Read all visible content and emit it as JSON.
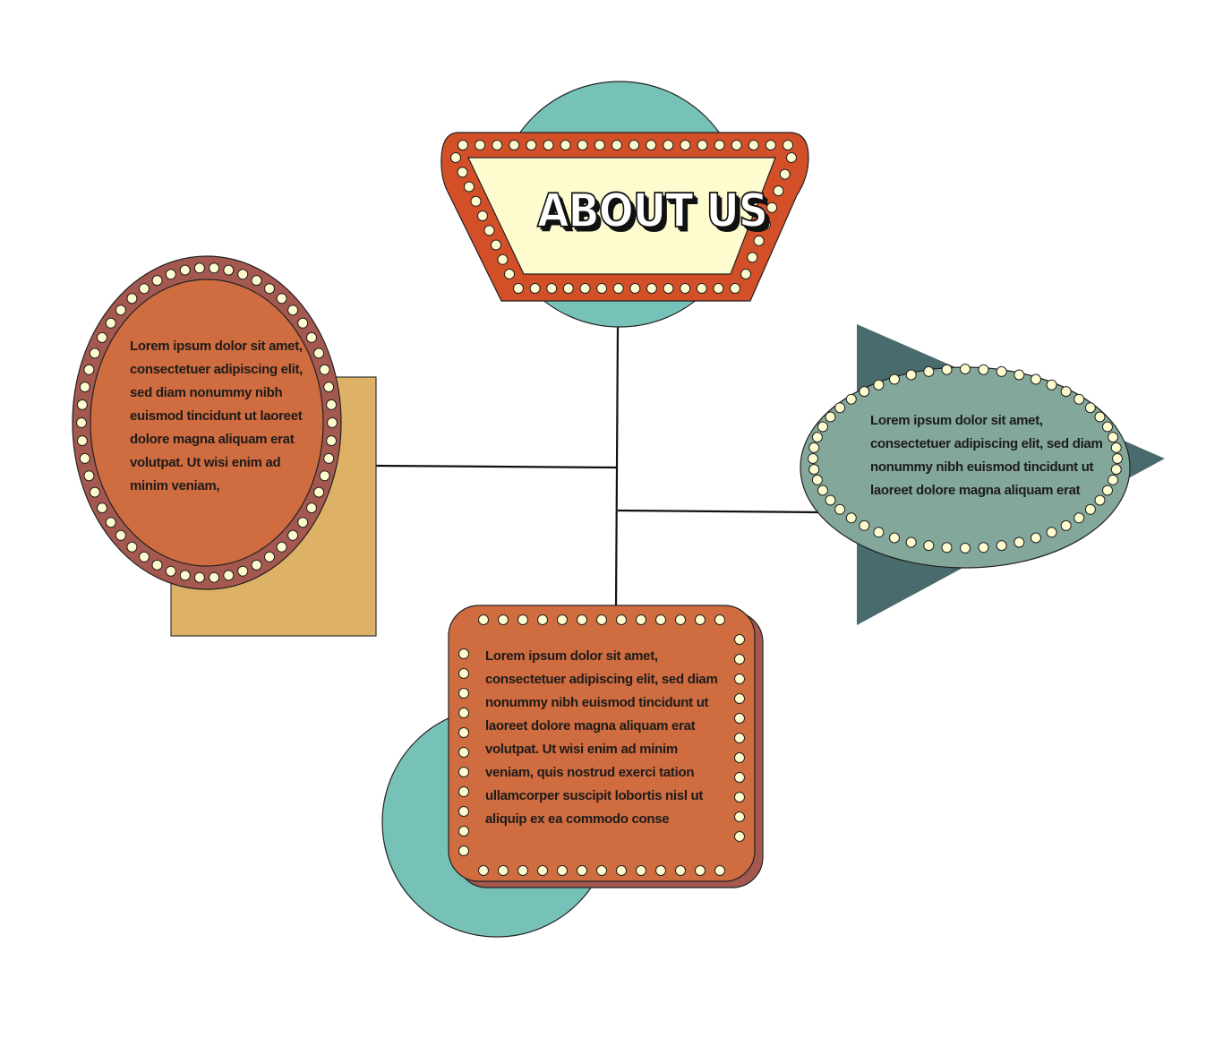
{
  "title": "ABOUT US",
  "boxes": {
    "left": "Lorem ipsum dolor sit amet, consectetuer adipiscing elit, sed diam nonummy nibh euismod tincidunt ut laoreet dolore magna aliquam erat volutpat. Ut wisi enim ad minim veniam,",
    "right": "Lorem ipsum dolor sit amet, consectetuer adipiscing elit, sed diam nonummy nibh euismod tincidunt ut laoreet dolore magna aliquam erat",
    "bottom": "Lorem ipsum dolor sit amet, consectetuer adipiscing elit, sed diam nonummy nibh euismod tincidunt ut laoreet dolore magna aliquam erat volutpat. Ut wisi enim ad minim veniam, quis nostrud exerci tation ullamcorper suscipit lobortis nisl ut aliquip ex ea commodo conse"
  },
  "colors": {
    "teal": "#77c2b8",
    "orange": "#d24f28",
    "terracotta": "#cf6c40",
    "maroon": "#a4584f",
    "sign_face": "#fefccf",
    "bulb": "#fefccf",
    "mustard": "#ddb266",
    "slate": "#4a6b6d",
    "sage": "#84a79b"
  }
}
